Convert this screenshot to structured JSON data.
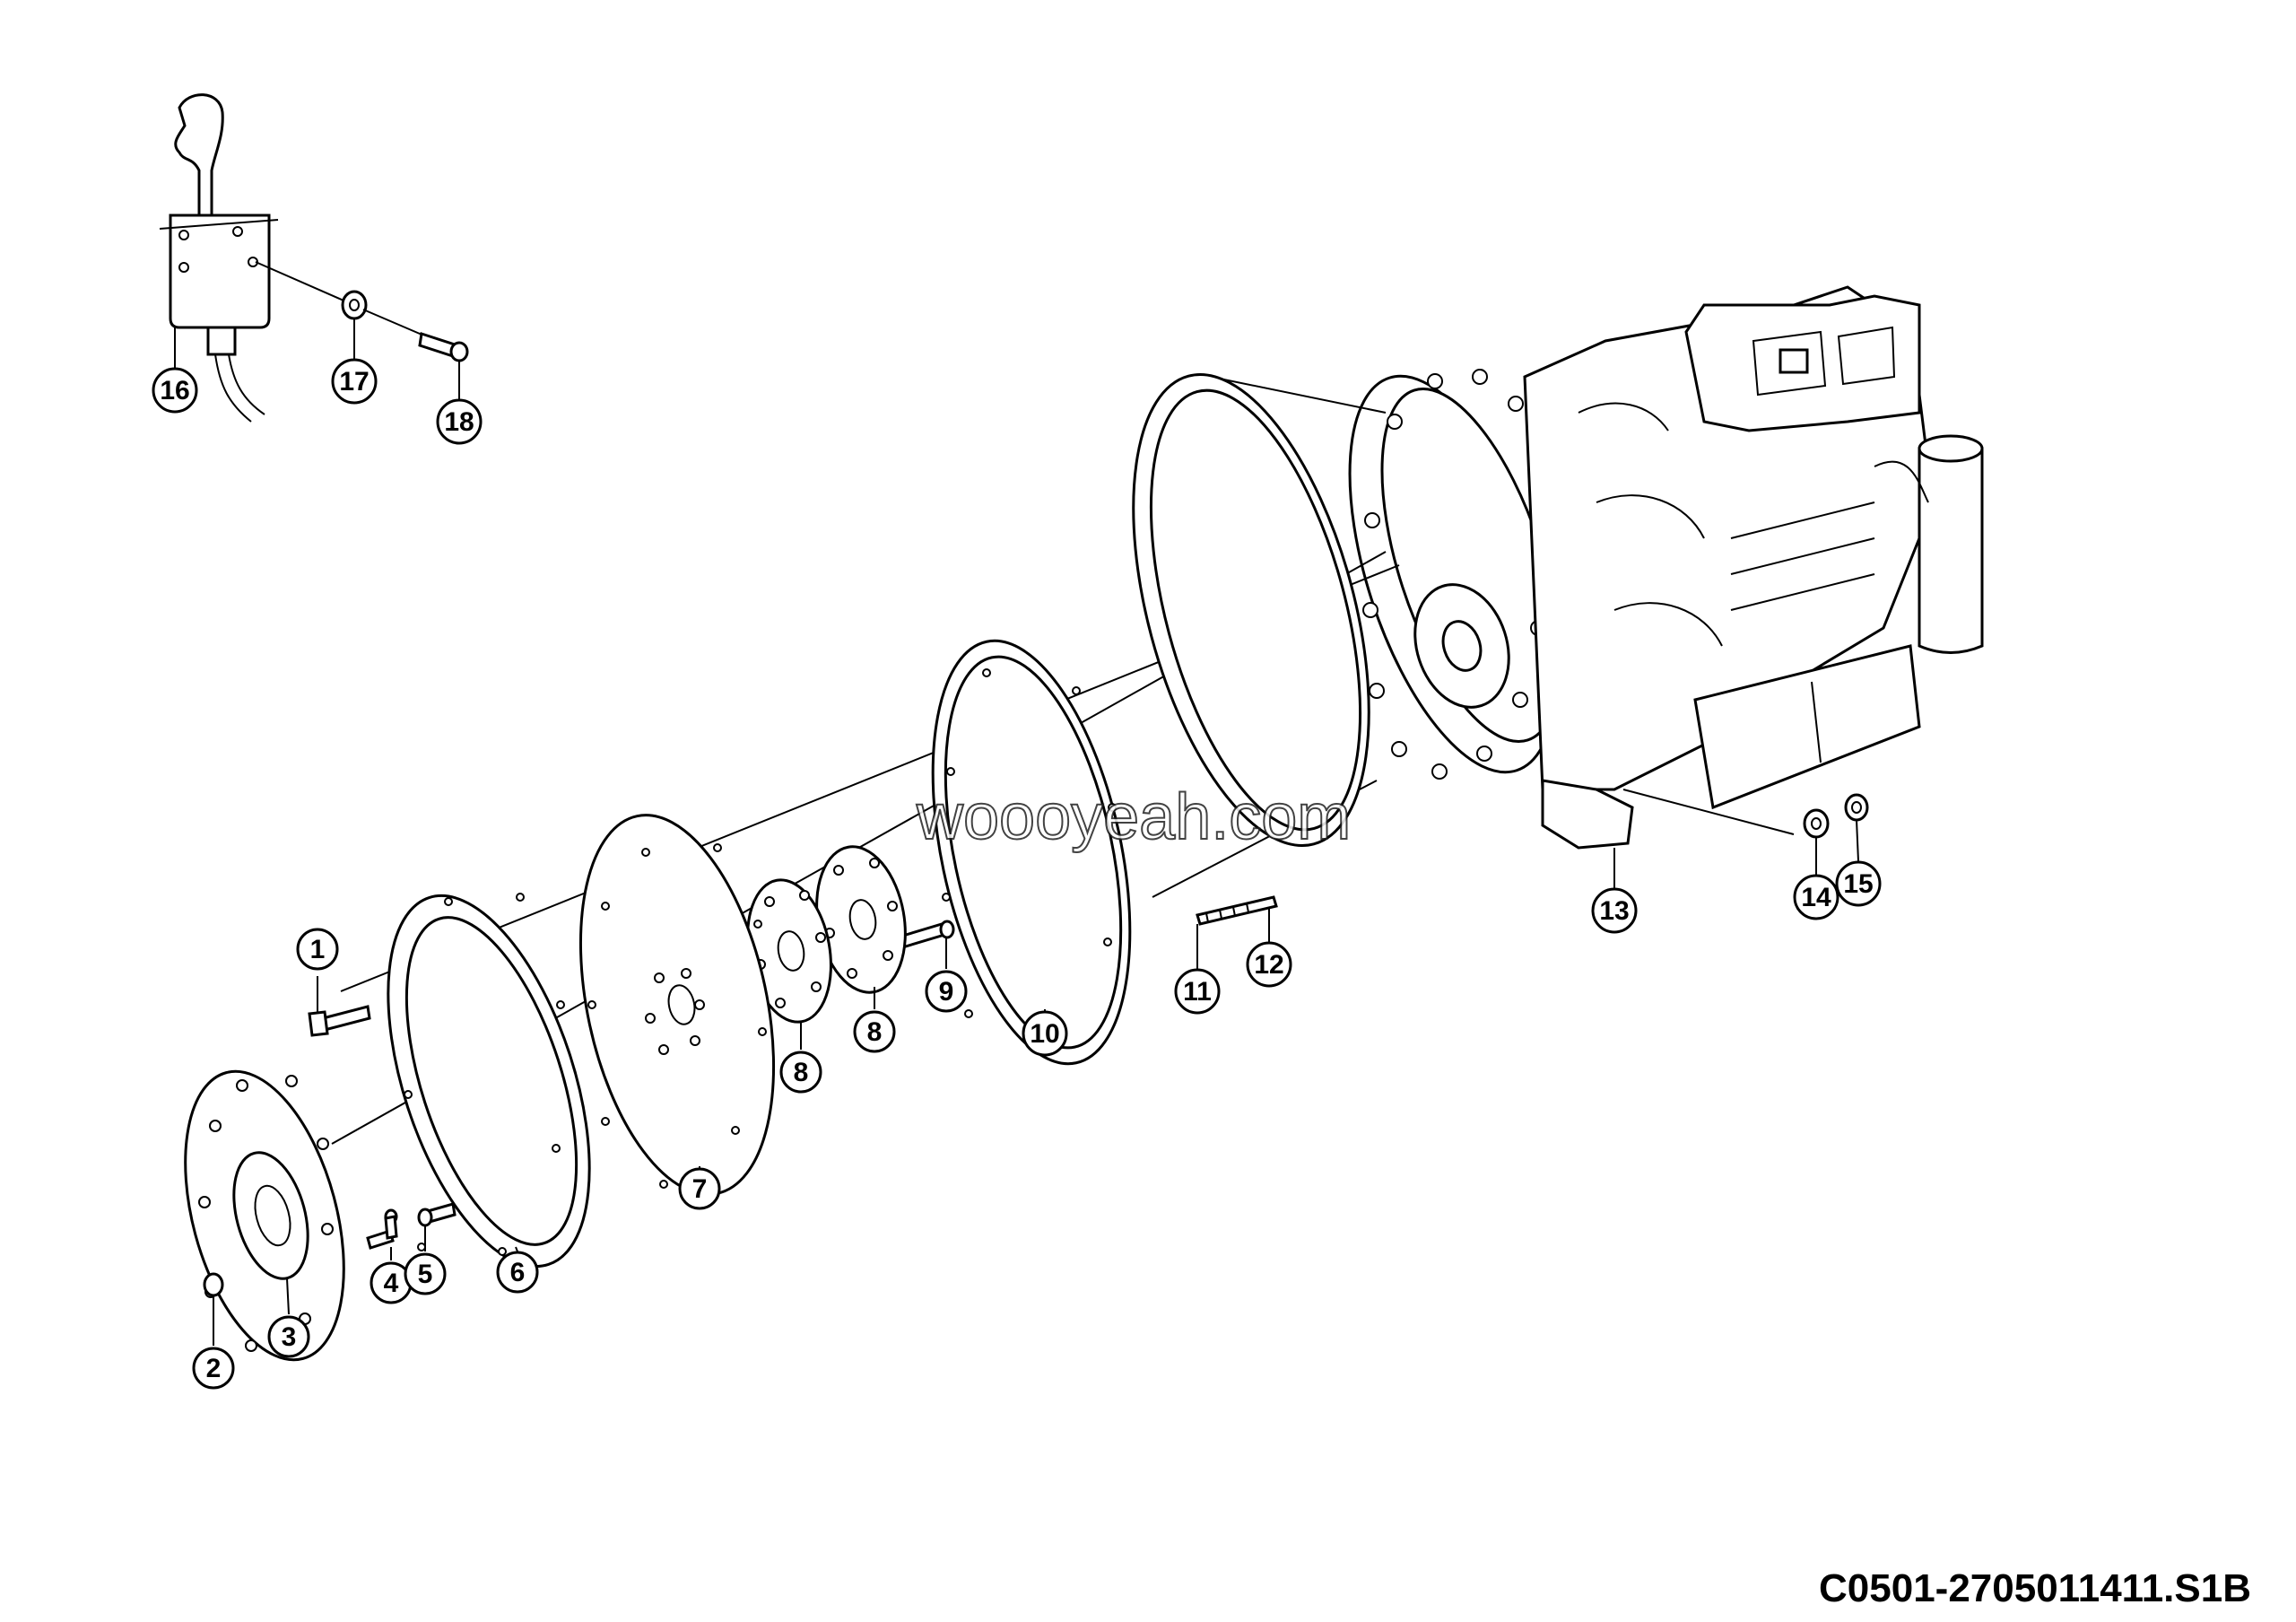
{
  "callouts": [
    {
      "id": "1",
      "label": "1"
    },
    {
      "id": "2",
      "label": "2"
    },
    {
      "id": "3",
      "label": "3"
    },
    {
      "id": "4",
      "label": "4"
    },
    {
      "id": "5",
      "label": "5"
    },
    {
      "id": "6",
      "label": "6"
    },
    {
      "id": "7",
      "label": "7"
    },
    {
      "id": "8a",
      "label": "8"
    },
    {
      "id": "8b",
      "label": "8"
    },
    {
      "id": "9",
      "label": "9"
    },
    {
      "id": "10",
      "label": "10"
    },
    {
      "id": "11",
      "label": "11"
    },
    {
      "id": "12",
      "label": "12"
    },
    {
      "id": "13",
      "label": "13"
    },
    {
      "id": "14",
      "label": "14"
    },
    {
      "id": "15",
      "label": "15"
    },
    {
      "id": "16",
      "label": "16"
    },
    {
      "id": "17",
      "label": "17"
    },
    {
      "id": "18",
      "label": "18"
    }
  ],
  "watermark": "woooyeah.com",
  "drawing_code": "C0501-2705011411.S1B"
}
